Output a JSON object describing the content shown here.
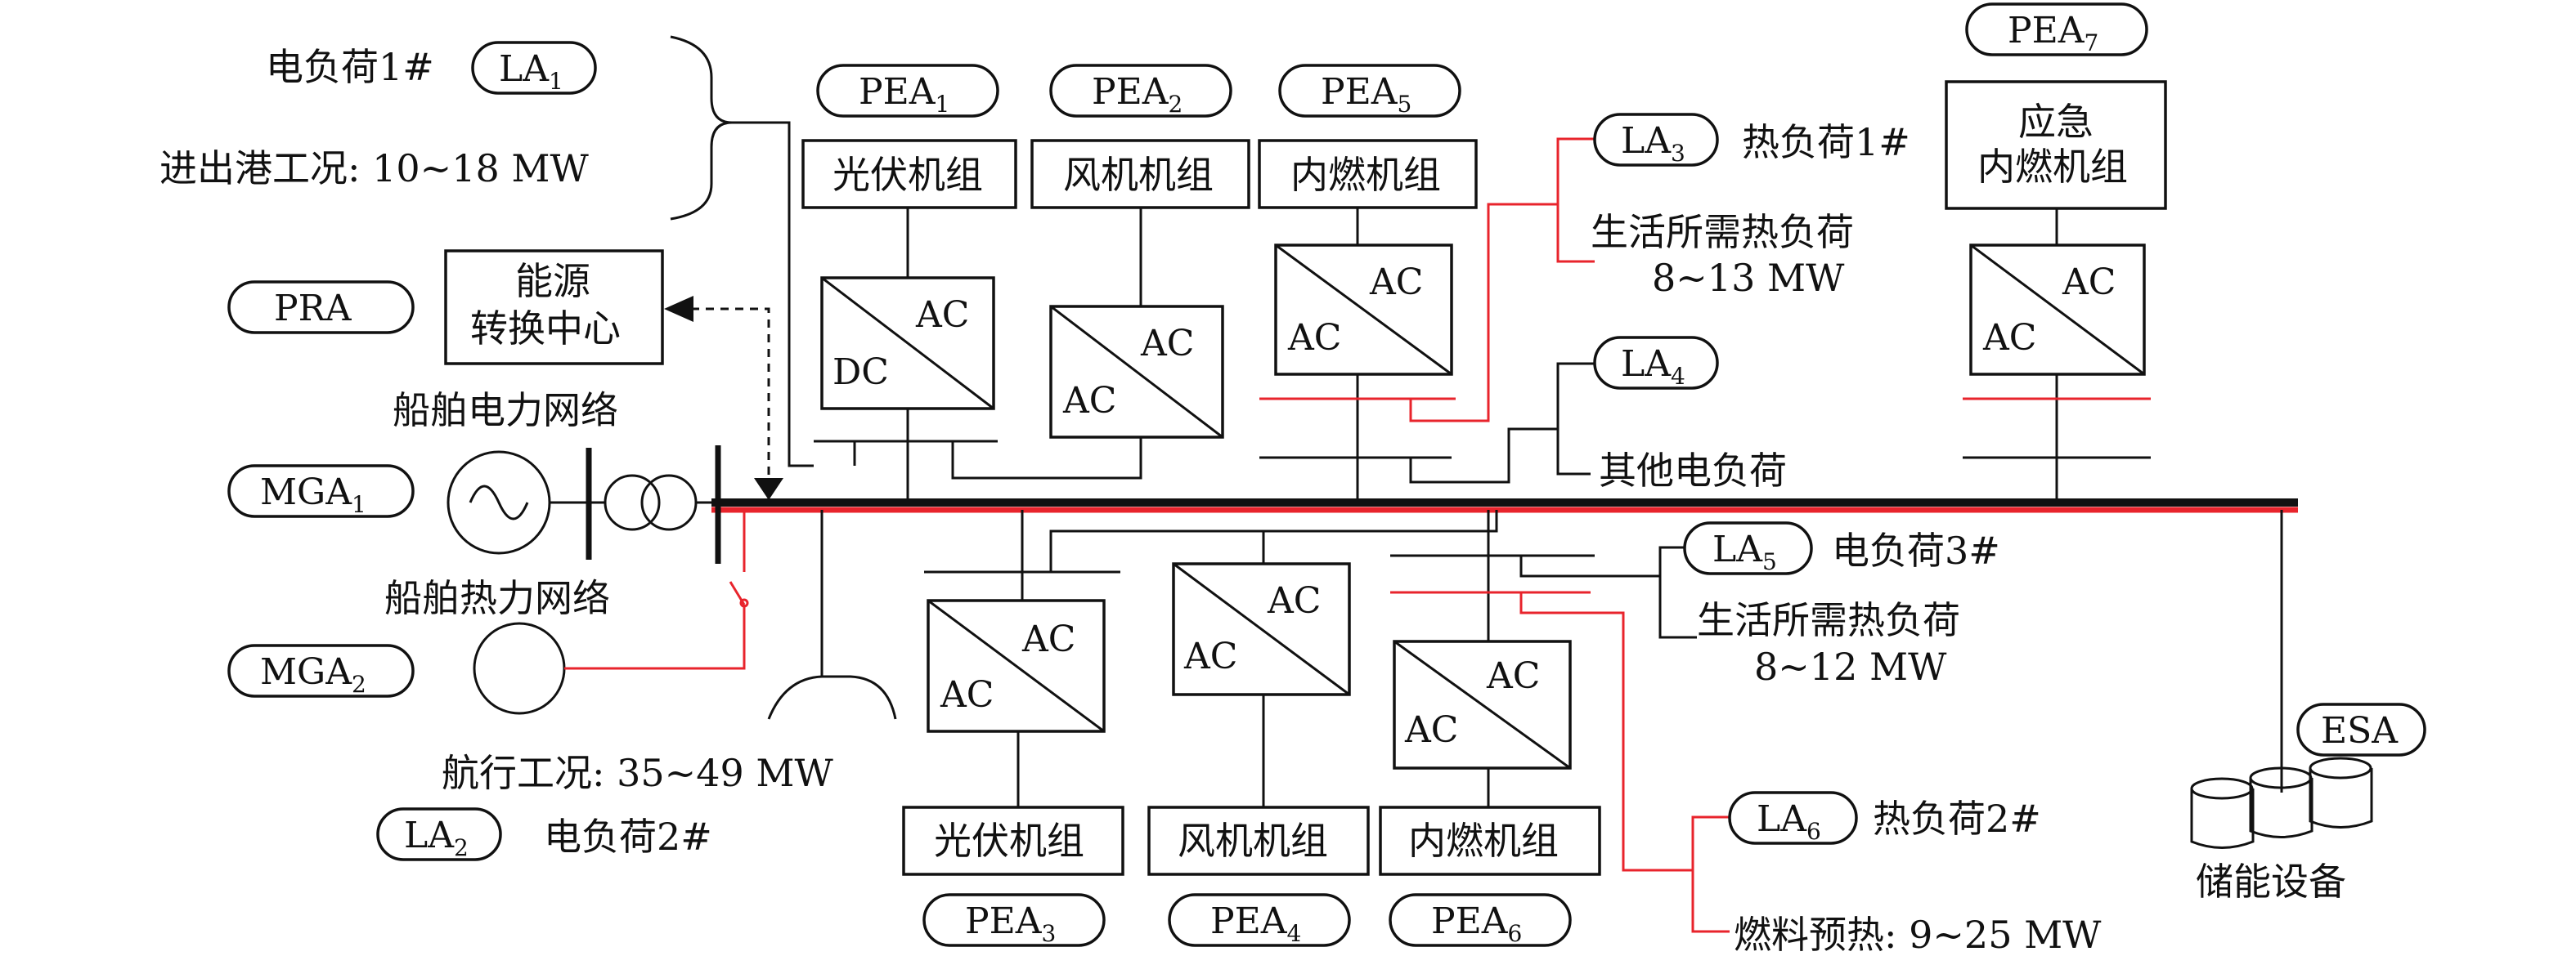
{
  "tags": {
    "LA1": {
      "base": "LA",
      "sub": "1"
    },
    "LA2": {
      "base": "LA",
      "sub": "2"
    },
    "LA3": {
      "base": "LA",
      "sub": "3"
    },
    "LA4": {
      "base": "LA",
      "sub": "4"
    },
    "LA5": {
      "base": "LA",
      "sub": "5"
    },
    "LA6": {
      "base": "LA",
      "sub": "6"
    },
    "PEA1": {
      "base": "PEA",
      "sub": "1"
    },
    "PEA2": {
      "base": "PEA",
      "sub": "2"
    },
    "PEA3": {
      "base": "PEA",
      "sub": "3"
    },
    "PEA4": {
      "base": "PEA",
      "sub": "4"
    },
    "PEA5": {
      "base": "PEA",
      "sub": "5"
    },
    "PEA6": {
      "base": "PEA",
      "sub": "6"
    },
    "PEA7": {
      "base": "PEA",
      "sub": "7"
    },
    "MGA1": {
      "base": "MGA",
      "sub": "1"
    },
    "MGA2": {
      "base": "MGA",
      "sub": "2"
    },
    "PRA": {
      "base": "PRA",
      "sub": ""
    },
    "ESA": {
      "base": "ESA",
      "sub": ""
    }
  },
  "units": {
    "pv_top": "光伏机组",
    "wind_top": "风机机组",
    "ice_top": "内燃机组",
    "emergency_line1": "应急",
    "emergency_line2": "内燃机组",
    "pv_bottom": "光伏机组",
    "wind_bottom": "风机机组",
    "ice_bottom": "内燃机组",
    "energy_center_line1": "能源",
    "energy_center_line2": "转换中心"
  },
  "converters": {
    "ac": "AC",
    "dc": "DC"
  },
  "loads": {
    "elec1": "电负荷1#",
    "port_condition": "进出港工况: 10~18 MW",
    "heat1": "热负荷1#",
    "heat1_desc": "生活所需热负荷",
    "heat1_range": "8~13 MW",
    "other_elec": "其他电负荷",
    "elec3": "电负荷3#",
    "heat3_desc": "生活所需热负荷",
    "heat3_range": "8~12 MW",
    "sail_condition": "航行工况: 35~49 MW",
    "elec2": "电负荷2#",
    "heat2": "热负荷2#",
    "fuel_preheat": "燃料预热: 9~25 MW"
  },
  "networks": {
    "power": "船舶电力网络",
    "heat": "船舶热力网络"
  },
  "storage": {
    "label": "储能设备"
  },
  "colors": {
    "black": "#111111",
    "red": "#e8242c"
  }
}
